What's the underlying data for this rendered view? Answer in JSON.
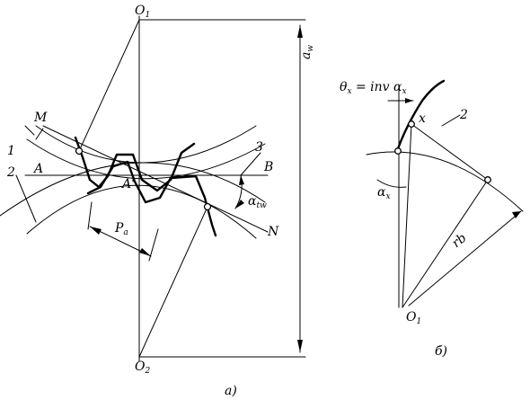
{
  "figure_a": {
    "caption": "а)",
    "labels": {
      "o1_top": "O",
      "o1_top_sub": "1",
      "o2_bottom": "O",
      "o2_bottom_sub": "2",
      "point_m": "M",
      "point_n": "N",
      "line_a_left": "A",
      "line_b_right": "B",
      "pitch_point": "A'",
      "label_1": "1",
      "label_2": "2",
      "label_3": "3",
      "pitch_pa": "P",
      "pitch_pa_sub": "a",
      "angle_alpha_tw": "α",
      "angle_alpha_tw_sub": "tw",
      "center_distance": "a",
      "center_distance_sub": "w"
    }
  },
  "figure_b": {
    "caption": "б)",
    "labels": {
      "formula_theta": "θ",
      "formula_theta_sub": "x",
      "formula_rest": " = inv α",
      "formula_rest_sub": "x",
      "point_x": "x",
      "label_2": "2",
      "angle_alpha_x": "α",
      "angle_alpha_x_sub": "x",
      "radius_rb": "rb",
      "o1_bottom": "O",
      "o1_bottom_sub": "1"
    }
  }
}
